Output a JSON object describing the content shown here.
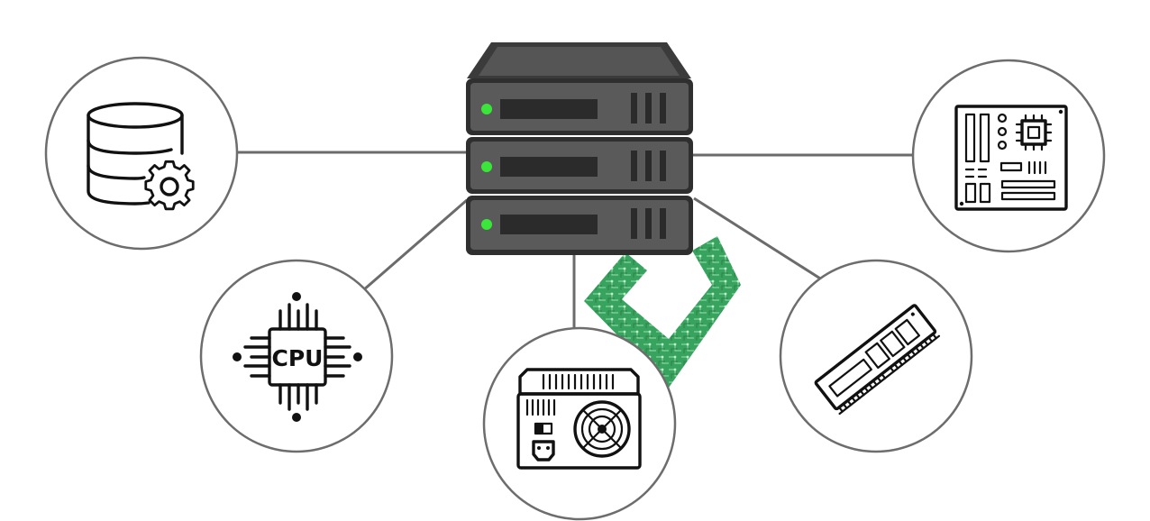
{
  "diagram": {
    "hub": {
      "kind": "server-rack",
      "units": 3,
      "led_color": "#39e639",
      "body_color": "#3a3a3a"
    },
    "nodes": [
      {
        "id": "database",
        "icon": "database-gear-icon"
      },
      {
        "id": "motherboard",
        "icon": "motherboard-icon"
      },
      {
        "id": "cpu",
        "icon": "cpu-chip-icon",
        "label": "CPU"
      },
      {
        "id": "power-supply",
        "icon": "power-supply-icon"
      },
      {
        "id": "ram",
        "icon": "ram-module-icon"
      }
    ],
    "watermark": {
      "kind": "logo",
      "color": "#2e9e55"
    },
    "colors": {
      "connector": "#6b6b6b",
      "circle_border": "#6d6d6d"
    }
  }
}
